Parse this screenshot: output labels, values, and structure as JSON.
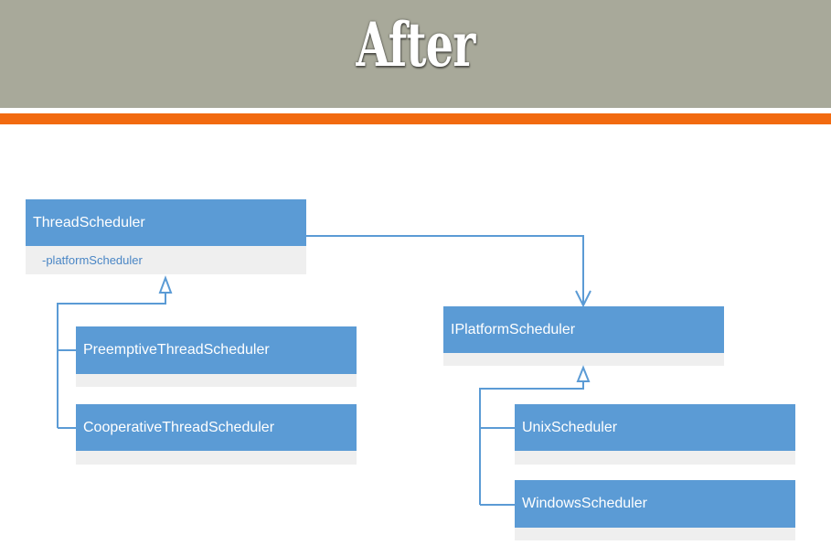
{
  "slide": {
    "title": "After"
  },
  "diagram": {
    "classes": [
      {
        "id": "thread_scheduler",
        "name": "ThreadScheduler",
        "attribute": "-platformScheduler"
      },
      {
        "id": "preemptive",
        "name": "PreemptiveThreadScheduler",
        "attribute": ""
      },
      {
        "id": "cooperative",
        "name": "CooperativeThreadScheduler",
        "attribute": ""
      },
      {
        "id": "iplatform",
        "name": "IPlatformScheduler",
        "attribute": ""
      },
      {
        "id": "unix",
        "name": "UnixScheduler",
        "attribute": ""
      },
      {
        "id": "windows",
        "name": "WindowsScheduler",
        "attribute": ""
      }
    ],
    "relationships": [
      {
        "from": "preemptive",
        "to": "thread_scheduler",
        "type": "inheritance"
      },
      {
        "from": "cooperative",
        "to": "thread_scheduler",
        "type": "inheritance"
      },
      {
        "from": "thread_scheduler",
        "to": "iplatform",
        "type": "association"
      },
      {
        "from": "unix",
        "to": "iplatform",
        "type": "inheritance"
      },
      {
        "from": "windows",
        "to": "iplatform",
        "type": "inheritance"
      }
    ]
  },
  "colors": {
    "header_bg": "#a8a99a",
    "accent_orange": "#f26a10",
    "class_fill": "#5b9bd5",
    "attribute_fill": "#efefef",
    "connector": "#5b9bd5"
  }
}
